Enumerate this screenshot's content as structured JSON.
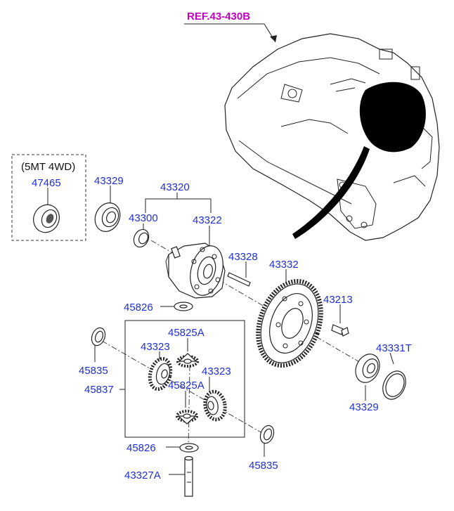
{
  "reference": {
    "text": "REF.43-430B",
    "color": "#c000c0"
  },
  "option_group": {
    "text": "(5MT 4WD)"
  },
  "label_color": "#1f2fd6",
  "labels": [
    {
      "id": "p47465",
      "text": "47465"
    },
    {
      "id": "p43329a",
      "text": "43329"
    },
    {
      "id": "p43320",
      "text": "43320"
    },
    {
      "id": "p43300",
      "text": "43300"
    },
    {
      "id": "p43322",
      "text": "43322"
    },
    {
      "id": "p43328",
      "text": "43328"
    },
    {
      "id": "p43332",
      "text": "43332"
    },
    {
      "id": "p43213",
      "text": "43213"
    },
    {
      "id": "p45826a",
      "text": "45826"
    },
    {
      "id": "p45825Aa",
      "text": "45825A"
    },
    {
      "id": "p43323a",
      "text": "43323"
    },
    {
      "id": "p43323b",
      "text": "43323"
    },
    {
      "id": "p45835a",
      "text": "45835"
    },
    {
      "id": "p45837",
      "text": "45837"
    },
    {
      "id": "p45825Ab",
      "text": "45825A"
    },
    {
      "id": "p43331T",
      "text": "43331T"
    },
    {
      "id": "p43329b",
      "text": "43329"
    },
    {
      "id": "p45826b",
      "text": "45826"
    },
    {
      "id": "p45835b",
      "text": "45835"
    },
    {
      "id": "p43327A",
      "text": "43327A"
    }
  ]
}
